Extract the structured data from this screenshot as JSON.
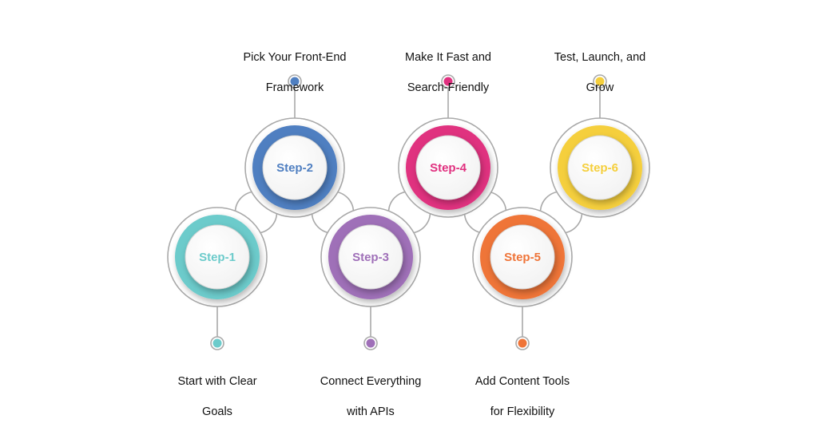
{
  "colors": {
    "track": "#a9a9a9",
    "inner": "#f2f2f2",
    "inner_edge": "#d4d4d4"
  },
  "steps": [
    {
      "label": "Step-1",
      "color": "#6ccbcb",
      "caption": [
        "Start with Clear",
        "Goals"
      ]
    },
    {
      "label": "Step-2",
      "color": "#4f7fc1",
      "caption": [
        "Pick Your Front-End",
        "Framework"
      ]
    },
    {
      "label": "Step-3",
      "color": "#9f6fb8",
      "caption": [
        "Connect Everything",
        "with APIs"
      ]
    },
    {
      "label": "Step-4",
      "color": "#e0307f",
      "caption": [
        "Make It Fast and",
        "Search-Friendly"
      ]
    },
    {
      "label": "Step-5",
      "color": "#ef7438",
      "caption": [
        "Add Content Tools",
        "for Flexibility"
      ]
    },
    {
      "label": "Step-6",
      "color": "#f5cf3c",
      "caption": [
        "Test, Launch, and",
        "Grow"
      ]
    }
  ]
}
